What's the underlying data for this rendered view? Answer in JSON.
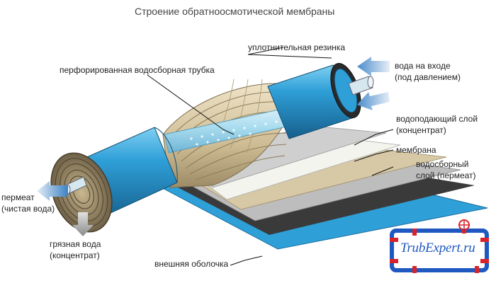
{
  "title": "Строение обратноосмотической мембраны",
  "labels": {
    "seal": "уплотнительная резинка",
    "tube": "перфорированная водосборная трубка",
    "inlet_1": "вода на входе",
    "inlet_2": "(под давлением)",
    "feed_layer_1": "водоподающий слой",
    "feed_layer_2": "(концентрат)",
    "membrane": "мембрана",
    "collect_layer_1": "водосборный",
    "collect_layer_2": "слой (пермеат)",
    "permeate_1": "пермеат",
    "permeate_2": "(чистая вода)",
    "dirty_1": "грязная вода",
    "dirty_2": "(концентрат)",
    "shell": "внешняя оболочка"
  },
  "logo": {
    "text": "TrubExpert.ru"
  },
  "colors": {
    "shell_blue": "#2f9fd8",
    "shell_dark": "#1a6f9e",
    "layer_tan": "#d8c9a6",
    "layer_grey": "#b9b9b9",
    "membrane_white": "#f4f4ee",
    "sheet_dark": "#3a3a3a",
    "arrow_grey": "#9a9a9a",
    "arrow_blue": "#3b82c4",
    "logo_blue": "#1e58c0",
    "logo_red": "#d9232a"
  },
  "icons": [
    "arrow-in-icon",
    "arrow-out-icon",
    "arrow-down-icon",
    "pipe-frame-icon",
    "valve-icon"
  ]
}
